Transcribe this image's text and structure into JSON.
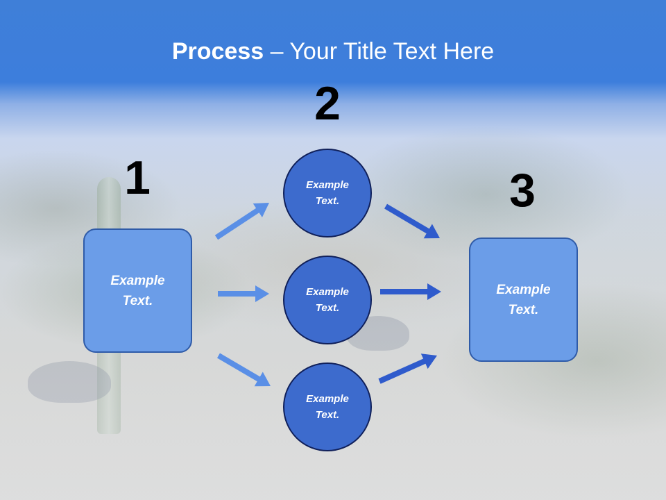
{
  "title": {
    "bold": "Process",
    "rest": " – Your Title Text Here"
  },
  "steps": [
    {
      "number": "1"
    },
    {
      "number": "2"
    },
    {
      "number": "3"
    }
  ],
  "left_box": {
    "text": "Example\nText."
  },
  "circles": [
    {
      "text": "Example\nText."
    },
    {
      "text": "Example\nText."
    },
    {
      "text": "Example\nText."
    }
  ],
  "right_box": {
    "text": "Example\nText."
  },
  "colors": {
    "title_band": "#3d7edc",
    "box_fill": "#6b9de8",
    "box_border": "#2f5ba8",
    "circle_fill": "#3d6bcd",
    "circle_border": "#10205a",
    "left_arrows": "#5a8fe6",
    "right_arrows": "#2f5bcc",
    "number_color": "#000000"
  }
}
